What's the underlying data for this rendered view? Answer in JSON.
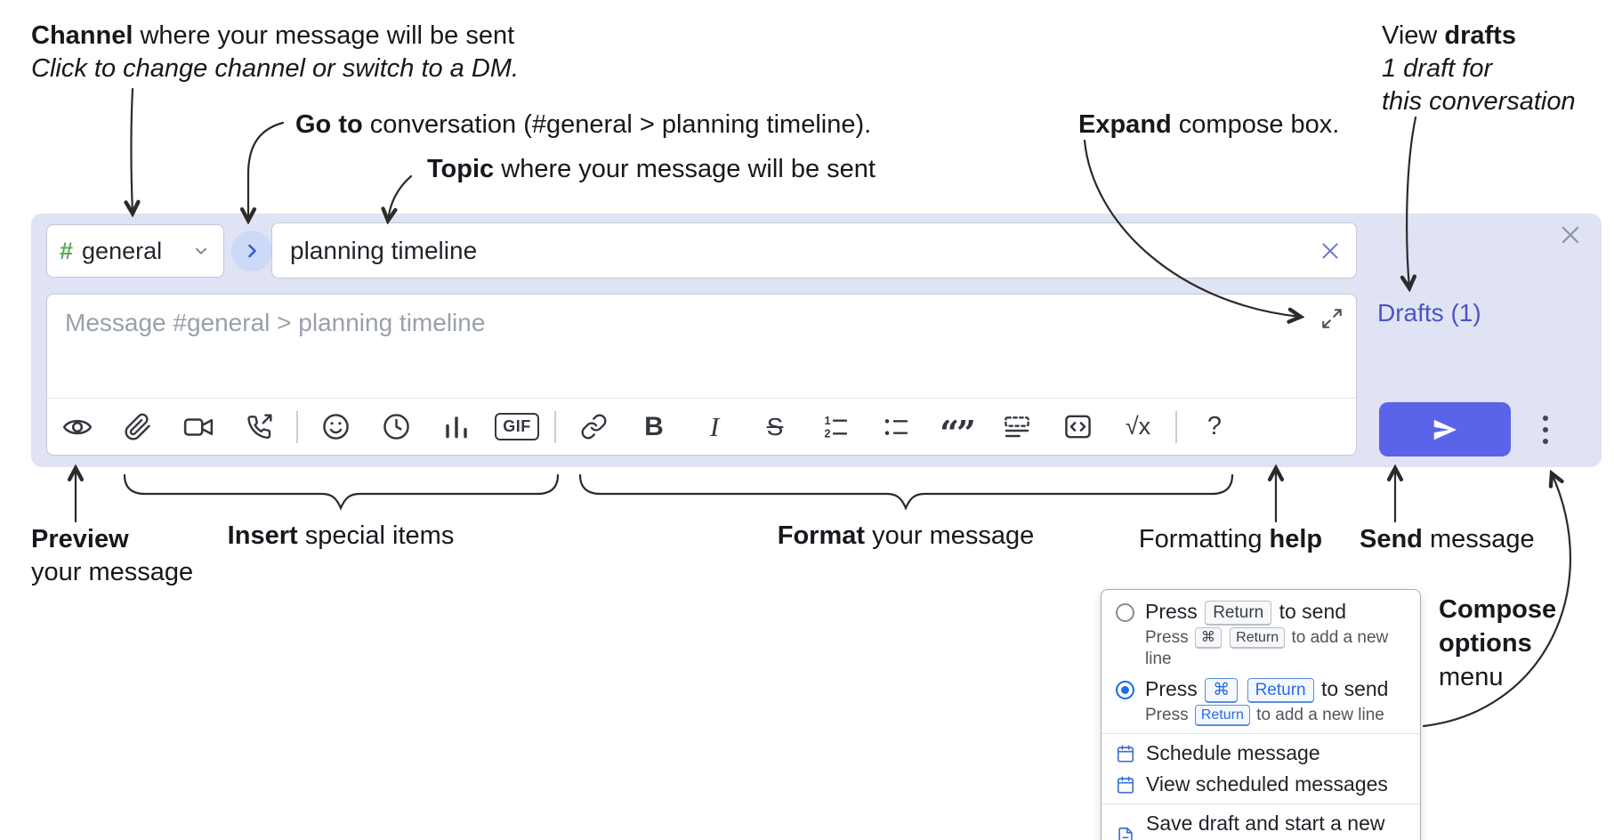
{
  "colors": {
    "compose_bg": "#e0e3f3",
    "accent_send": "#5b63e8",
    "drafts_link": "#4a54c4",
    "selected_radio": "#1a6fe8",
    "channel_hash_green": "#5fa85f"
  },
  "annotations": {
    "channel": {
      "bold": "Channel",
      "rest": " where your message will be sent",
      "line2": "Click to change channel or switch to a DM."
    },
    "goto": {
      "bold": "Go to",
      "rest": " conversation (#general > planning timeline)."
    },
    "topic": {
      "bold": "Topic",
      "rest": " where your message will be sent"
    },
    "expand": {
      "bold": "Expand",
      "rest": " compose box."
    },
    "drafts": {
      "pre": "View ",
      "bold": "drafts",
      "line2": "1 draft for",
      "line3": "this conversation"
    },
    "preview": {
      "bold": "Preview",
      "line2": "your message"
    },
    "insert": {
      "bold": "Insert",
      "rest": " special items"
    },
    "format": {
      "bold": "Format",
      "rest": " your message"
    },
    "help": {
      "pre": "Formatting ",
      "bold": "help"
    },
    "send": {
      "bold": "Send",
      "rest": " message"
    },
    "compose_options": {
      "bold1": "Compose",
      "bold2": "options",
      "rest": "menu"
    }
  },
  "compose": {
    "channel_hash": "#",
    "channel_name": "general",
    "topic_value": "planning timeline",
    "message_placeholder": "Message #general > planning timeline",
    "drafts_label": "Drafts (1)"
  },
  "toolbar": {
    "icons": [
      "preview-eye",
      "attach-paperclip",
      "start-video-call",
      "start-audio-call",
      "emoji",
      "add-global-time",
      "add-poll",
      "add-gif",
      "link",
      "bold",
      "italic",
      "strikethrough",
      "numbered-list",
      "bulleted-list",
      "quote",
      "spoiler",
      "code",
      "math",
      "message-formatting-help"
    ],
    "bold_label": "B",
    "italic_label": "I",
    "strike_label": "S",
    "gif_label": "GIF",
    "quote_glyph": "“”",
    "math_label": "√x",
    "help_label": "?"
  },
  "popup": {
    "press": "Press",
    "key_return": "Return",
    "key_cmd": "⌘",
    "to_send": "to send",
    "to_add_new_line": "to add a new line",
    "menu_items": [
      {
        "label": "Schedule message"
      },
      {
        "label": "View scheduled messages"
      },
      {
        "label": "Save draft and start a new message"
      }
    ]
  }
}
